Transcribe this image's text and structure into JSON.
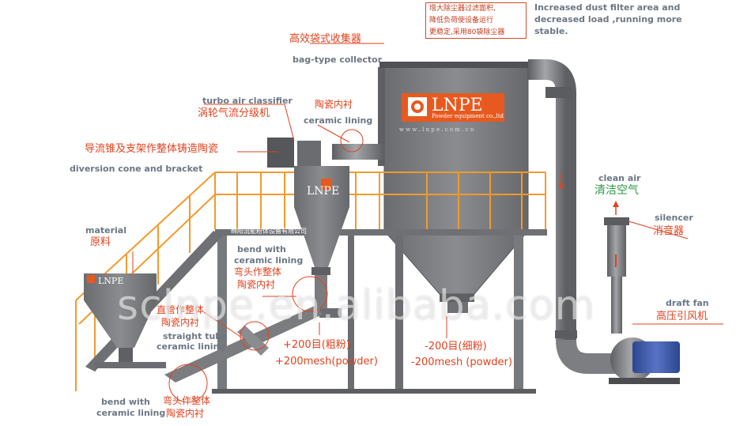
{
  "labels": {
    "bag_collector_zh": "高效袋式收集器",
    "bag_collector_en": "bag-type collector",
    "note_zh_lines": [
      "增大除尘器过滤面积,",
      "降低负荷使设备运行",
      "更稳定,采用80袋除尘器"
    ],
    "note_en_lines": [
      "Increased dust filter area and",
      "decreased load ,running more",
      "stable."
    ],
    "turbo_en": "turbo air classifier",
    "turbo_zh": "涡轮气流分级机",
    "ceramic_top_zh": "陶瓷内衬",
    "ceramic_top_en": "ceramic lining",
    "diversion_zh": "导流锥及支架作整体铸造陶瓷",
    "diversion_en": "diversion cone and bracket",
    "clean_air_en": "clean air",
    "clean_air_zh": "清洁空气",
    "silencer_en": "silencer",
    "silencer_zh": "消音器",
    "material_en": "material",
    "material_zh": "原料",
    "bend_mid_en": [
      "bend with",
      "ceramic lining"
    ],
    "bend_mid_zh": [
      "弯头作整体",
      "陶瓷内衬"
    ],
    "straight_zh": [
      "直管作整体",
      "陶瓷内衬"
    ],
    "straight_en": [
      "straight tube",
      "ceramic lining"
    ],
    "coarse_zh": "+200目(粗粉)",
    "coarse_en": "+200mesh(powder)",
    "fine_zh": "-200目(细粉)",
    "fine_en": "-200mesh (powder)",
    "draft_fan_en": "draft fan",
    "draft_fan_zh": "高压引风机",
    "bend_low_en": [
      "bend with",
      "ceramic lining"
    ],
    "bend_low_zh": [
      "弯头作整体",
      "陶瓷内衬"
    ],
    "company_plate": "绵阳流能粉体设备有限公司"
  },
  "brand": {
    "name": "LNPE",
    "subtitle": "Powder equipment co.,ltd",
    "website": "w w w . l n p e . c o m . c n"
  },
  "watermark": "sclnpe.en.alibaba.com",
  "colors": {
    "machine": "#7a7c7f",
    "machine_dark": "#5e6063",
    "orange": "#f39a2b",
    "accent_red": "#e2421e",
    "green": "#2e9a46",
    "label_gray": "#6b7783",
    "fan_blue": "#3b57a8"
  }
}
